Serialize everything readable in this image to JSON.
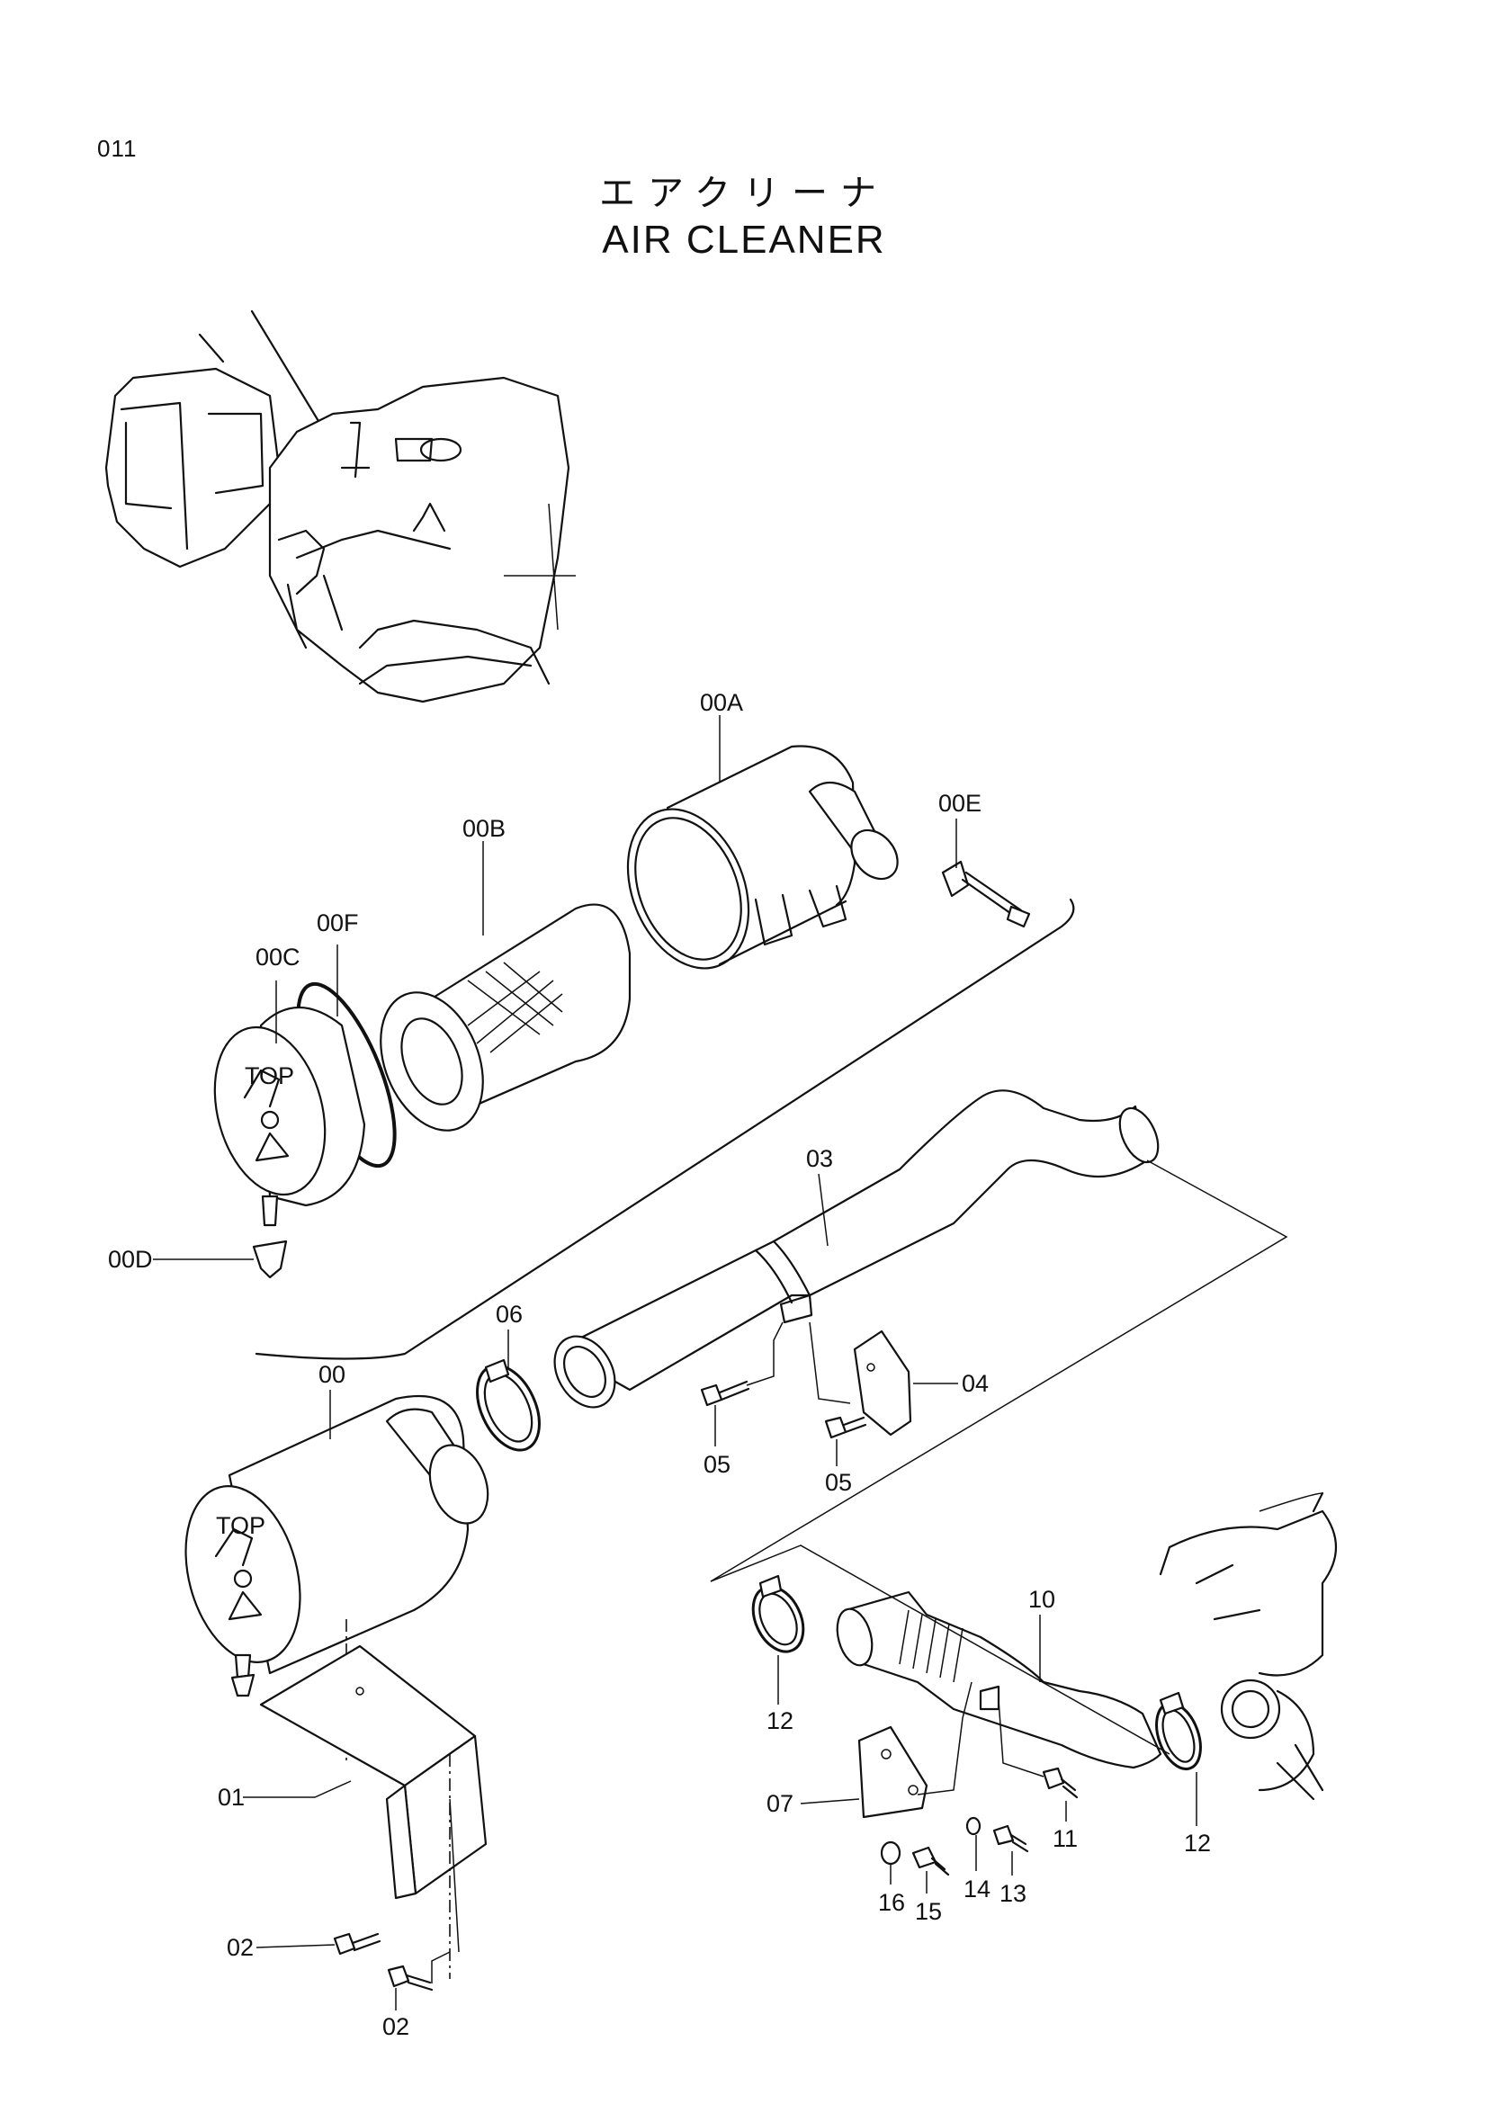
{
  "page_number": "011",
  "title_jp": "エアクリーナ",
  "title_en": "AIR CLEANER",
  "parts": [
    {
      "key": "p00A",
      "label": "00A"
    },
    {
      "key": "p00E",
      "label": "00E"
    },
    {
      "key": "p00B",
      "label": "00B"
    },
    {
      "key": "p00F",
      "label": "00F"
    },
    {
      "key": "p00C",
      "label": "00C"
    },
    {
      "key": "p00D",
      "label": "00D"
    },
    {
      "key": "p03",
      "label": "03"
    },
    {
      "key": "p06",
      "label": "06"
    },
    {
      "key": "p00",
      "label": "00"
    },
    {
      "key": "p04",
      "label": "04"
    },
    {
      "key": "p05a",
      "label": "05"
    },
    {
      "key": "p05b",
      "label": "05"
    },
    {
      "key": "p10",
      "label": "10"
    },
    {
      "key": "p12a",
      "label": "12"
    },
    {
      "key": "p12b",
      "label": "12"
    },
    {
      "key": "p07",
      "label": "07"
    },
    {
      "key": "p01",
      "label": "01"
    },
    {
      "key": "p11",
      "label": "11"
    },
    {
      "key": "p14",
      "label": "14"
    },
    {
      "key": "p13",
      "label": "13"
    },
    {
      "key": "p16",
      "label": "16"
    },
    {
      "key": "p15",
      "label": "15"
    },
    {
      "key": "p02a",
      "label": "02"
    },
    {
      "key": "p02b",
      "label": "02"
    }
  ],
  "embossed_text": {
    "top_mark": "TOP"
  }
}
